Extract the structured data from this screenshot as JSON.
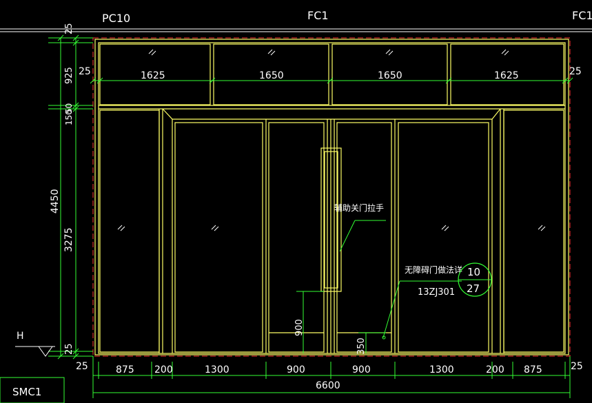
{
  "header": {
    "left": "PC10",
    "center": "FC1",
    "right": "FC1"
  },
  "title_block": {
    "label": "SMC1"
  },
  "level_mark": {
    "label": "H"
  },
  "vertical_dims": {
    "top_gap": "25",
    "upper_panel": "925",
    "sep_a": "50",
    "sep_b": "150",
    "total": "4450",
    "lower_panel": "3275",
    "bottom_gap": "25"
  },
  "horizontal_dims": {
    "top_row": [
      "25",
      "1625",
      "1650",
      "1650",
      "1625",
      "25"
    ],
    "bottom_row": [
      "25",
      "875",
      "200",
      "1300",
      "900",
      "900",
      "1300",
      "200",
      "875",
      "25"
    ],
    "total": "6600"
  },
  "annotations": {
    "handle_note": "辅助关门拉手",
    "barrier_free_note": "无障碍门做法详",
    "detail_ref_top": "10",
    "detail_ref_bottom": "27",
    "detail_atlas": "13ZJ301",
    "handle_height": "900",
    "sill_height": "350"
  },
  "colors": {
    "outline": "#ffff66",
    "dimension": "#33ff33",
    "border": "#ff3333",
    "text": "#ffffff",
    "background": "#000000"
  }
}
